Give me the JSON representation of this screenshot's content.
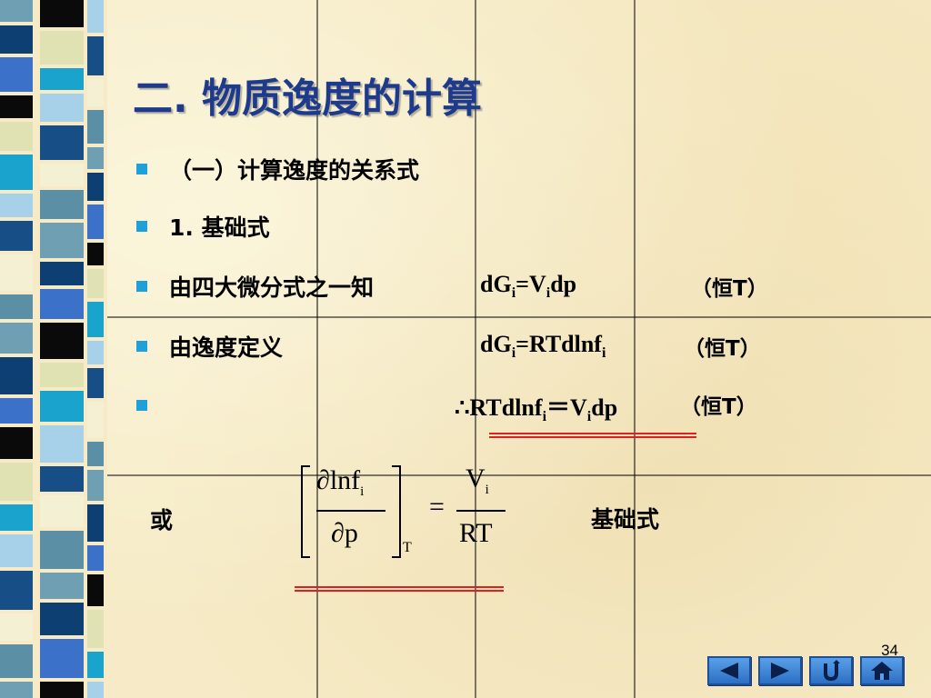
{
  "title": "二.  物质逸度的计算",
  "items": [
    {
      "text": "（一）计算逸度的关系式"
    },
    {
      "text": "1.     基础式"
    },
    {
      "text": "由四大微分式之一知",
      "math": {
        "a": "dG",
        "a_sub": "i",
        "b": "=V",
        "b_sub": "i",
        "c": "dp"
      },
      "cond": "（恒T）"
    },
    {
      "text": "由逸度定义",
      "math": {
        "a": "dG",
        "a_sub": "i",
        "b": "=RTdlnf",
        "b_sub": "i",
        "c": ""
      },
      "cond": "（恒T）"
    },
    {
      "text": "",
      "math": {
        "prefix": "∴",
        "a": "RTdlnf",
        "a_sub": "i",
        "b": "＝V",
        "b_sub": "i",
        "c": "dp"
      },
      "cond": "（恒T）"
    }
  ],
  "formula": {
    "or_label": "或",
    "numerator": "∂lnf",
    "numerator_sub": "i",
    "denominator": "∂p",
    "bracket_sub": "T",
    "equals": "=",
    "rhs_numerator": "V",
    "rhs_numerator_sub": "i",
    "rhs_denominator": "RT",
    "label": "基础式"
  },
  "page_number": "34",
  "nav": {
    "buttons": [
      "prev-icon",
      "next-icon",
      "return-icon",
      "home-icon"
    ]
  },
  "colors": {
    "title": "#1e3a8c",
    "bullet": "#1fa0d8",
    "underline": "#e02020",
    "nav": "#2c6fc4"
  }
}
